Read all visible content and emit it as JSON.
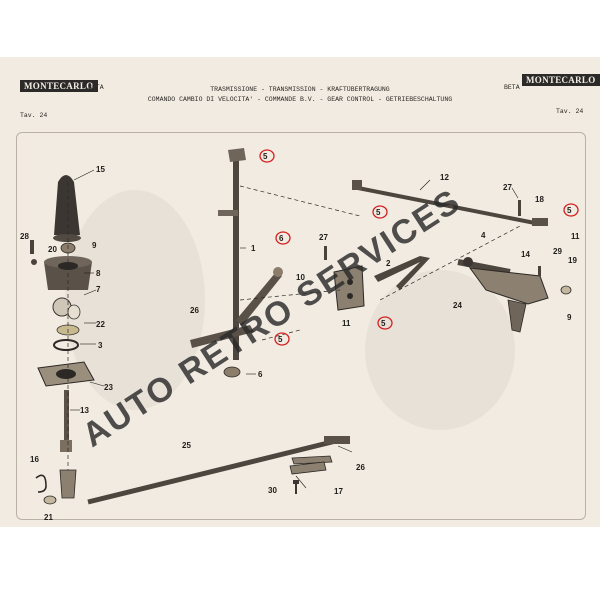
{
  "header": {
    "logo_text": "MONTECARLO",
    "left_model": "BETA",
    "right_model": "BETA",
    "title_line1": "TRASMISSIONE - TRANSMISSION - KRAFTÜBERTRAGUNG",
    "title_line2": "COMANDO CAMBIO DI VELOCITA' - COMMANDE B.V. - GEAR CONTROL - GETRIEBESCHALTUNG",
    "table_left": "Tav. 24",
    "table_right": "Tav. 24"
  },
  "watermark": {
    "line1": "AUTO RETRO SERVICES"
  },
  "part_labels": [
    {
      "n": "15"
    },
    {
      "n": "28"
    },
    {
      "n": "20"
    },
    {
      "n": "9"
    },
    {
      "n": "8"
    },
    {
      "n": "7"
    },
    {
      "n": "22"
    },
    {
      "n": "3"
    },
    {
      "n": "23"
    },
    {
      "n": "13"
    },
    {
      "n": "16"
    },
    {
      "n": "21"
    },
    {
      "n": "5"
    },
    {
      "n": "1"
    },
    {
      "n": "6"
    },
    {
      "n": "26"
    },
    {
      "n": "10"
    },
    {
      "n": "5"
    },
    {
      "n": "6"
    },
    {
      "n": "27"
    },
    {
      "n": "12"
    },
    {
      "n": "5"
    },
    {
      "n": "2"
    },
    {
      "n": "11"
    },
    {
      "n": "5"
    },
    {
      "n": "27"
    },
    {
      "n": "18"
    },
    {
      "n": "5"
    },
    {
      "n": "11"
    },
    {
      "n": "4"
    },
    {
      "n": "14"
    },
    {
      "n": "29"
    },
    {
      "n": "19"
    },
    {
      "n": "24"
    },
    {
      "n": "9"
    },
    {
      "n": "25"
    },
    {
      "n": "26"
    },
    {
      "n": "30"
    },
    {
      "n": "17"
    }
  ],
  "colors": {
    "paper": "#f1ebe1",
    "ink": "#1f1d1a",
    "highlight_circle": "#d42020"
  }
}
